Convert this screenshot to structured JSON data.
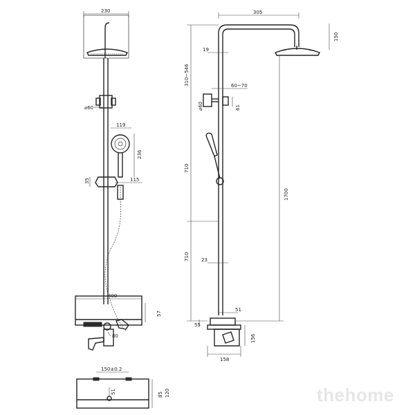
{
  "dimensions": {
    "d230": "230",
    "d60": "⌀60",
    "d119": "119",
    "d236": "236",
    "d35": "35",
    "d115": "115",
    "d400": "400",
    "d57": "57",
    "d80": "80",
    "d150": "150±0.2",
    "d51b": "51",
    "d85": "85",
    "d120": "120",
    "d305": "305",
    "d150r": "150",
    "d19": "19",
    "d310": "310~546",
    "d6070": "60~70",
    "d60r": "⌀60",
    "d61": "61",
    "d710a": "710",
    "d1700": "1700",
    "d710b": "710",
    "d23": "23",
    "d51": "51",
    "d55": "55",
    "d156": "156",
    "d158": "158"
  },
  "watermark": "thehome"
}
